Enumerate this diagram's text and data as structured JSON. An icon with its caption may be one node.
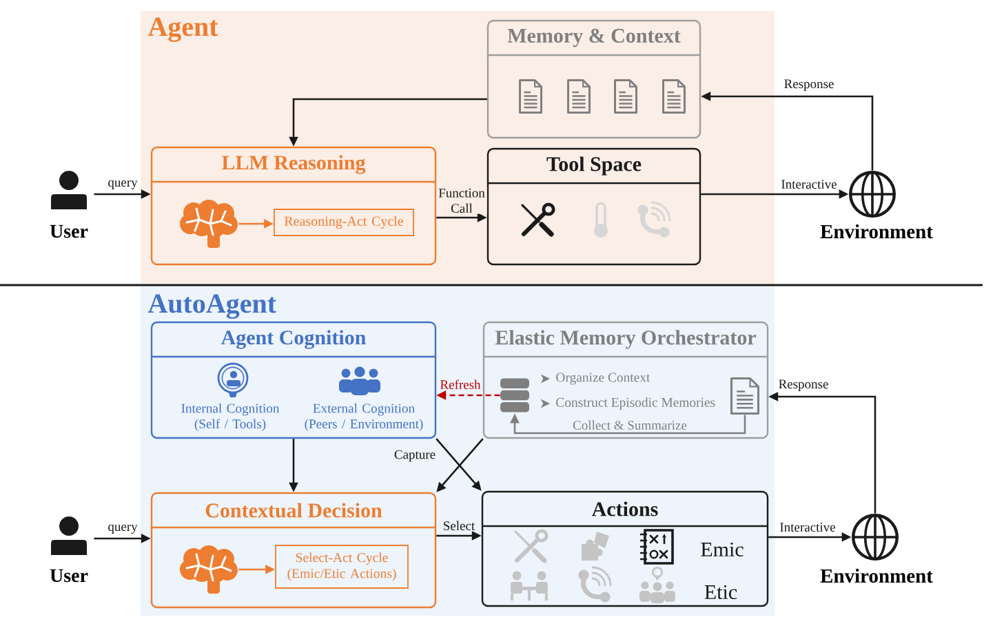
{
  "diagram": {
    "nodes": [
      {
        "text": [
          "Agent"
        ]
      },
      {
        "text": [
          "Memory & Context"
        ],
        "in": 0
      },
      {
        "text": [
          "User"
        ]
      },
      {
        "text": [
          "LLM Reasoning"
        ],
        "in": 0
      },
      {
        "text": [],
        "shape": "picture",
        "in": 3
      },
      {
        "text": [
          "Reasoning-Act Cycle"
        ],
        "in": 3
      },
      {
        "text": [
          "Tool Space"
        ],
        "in": 0
      },
      {
        "text": [
          "Environment"
        ]
      },
      {
        "text": [
          "AutoAgent"
        ]
      },
      {
        "text": [
          "Agent Cognition",
          "Internal Cognition (Self / Tools)",
          "External Cognition (Peers / Environment)"
        ],
        "in": 8
      },
      {
        "text": [
          "Elastic Memory Orchestrator",
          "Organize Context",
          "Construct Episodic Memories"
        ],
        "in": 8
      },
      {
        "text": [],
        "shape": "cylinder",
        "in": 10
      },
      {
        "text": [],
        "shape": "picture",
        "in": 10
      },
      {
        "text": [
          "User"
        ]
      },
      {
        "text": [
          "Contextual Decision"
        ],
        "in": 8
      },
      {
        "text": [],
        "shape": "picture",
        "in": 14
      },
      {
        "text": [
          "Select-Act Cycle (Emic/Etic Actions)"
        ],
        "in": 14
      },
      {
        "text": [
          "Actions",
          "Emic",
          "Etic"
        ],
        "in": 8
      },
      {
        "text": [
          "Environment"
        ]
      }
    ],
    "edges": [
      {
        "from": 1,
        "to": 3,
        "arrow": "to"
      },
      {
        "from": 2,
        "to": 3,
        "arrow": "to",
        "label": "query"
      },
      {
        "from": 4,
        "to": 5,
        "arrow": "to",
        "color": "#ed7d31"
      },
      {
        "from": 3,
        "to": 6,
        "arrow": "to",
        "label": "Function Call"
      },
      {
        "from": 6,
        "to": 7,
        "arrow": "to",
        "label": "Interactive"
      },
      {
        "from": 7,
        "to": 1,
        "arrow": "to",
        "label": "Response"
      },
      {
        "from": 12,
        "to": 11,
        "arrow": "to",
        "label": "Collect & Summarize",
        "color": "#7f7f7f"
      },
      {
        "from": 11,
        "to": 9,
        "arrow": "to",
        "label": "Refresh",
        "style": "dashed",
        "color": "#c00000"
      },
      {
        "from": 18,
        "to": 10,
        "arrow": "to",
        "label": "Response"
      },
      {
        "from": 9,
        "to": 14,
        "arrow": "to"
      },
      {
        "from": 9,
        "to": 17,
        "arrow": "to",
        "label": "Capture"
      },
      {
        "from": 10,
        "to": 14,
        "arrow": "to"
      },
      {
        "from": 13,
        "to": 14,
        "arrow": "to",
        "label": "query"
      },
      {
        "from": 15,
        "to": 16,
        "arrow": "to",
        "color": "#ed7d31"
      },
      {
        "from": 14,
        "to": 17,
        "arrow": "to",
        "label": "Select"
      },
      {
        "from": 17,
        "to": 18,
        "arrow": "to",
        "label": "Interactive"
      }
    ]
  }
}
